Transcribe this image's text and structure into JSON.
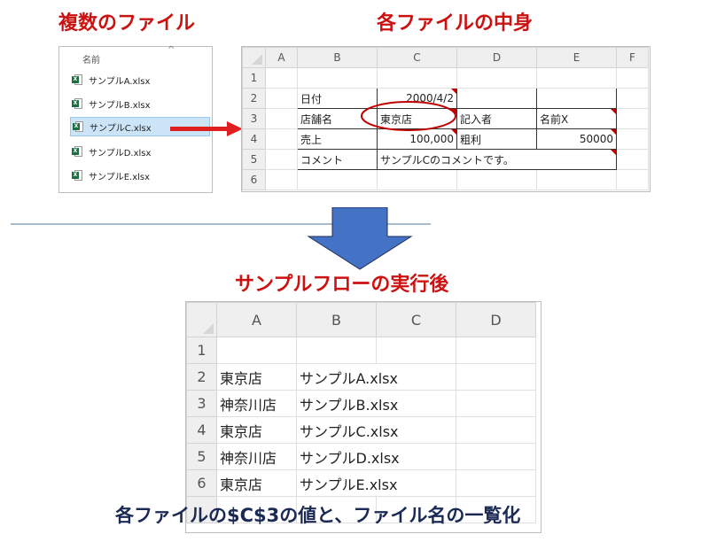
{
  "titles": {
    "multiple_files": "複数のファイル",
    "file_contents": "各ファイルの中身",
    "after_run": "サンプルフローの実行後",
    "caption": "各ファイルの$C$3の値と、ファイル名の一覧化"
  },
  "explorer": {
    "column_header": "名前",
    "sort_indicator": "^",
    "files": [
      {
        "name": "サンプルA.xlsx",
        "icon": "excel-file-icon",
        "selected": false
      },
      {
        "name": "サンプルB.xlsx",
        "icon": "excel-file-icon",
        "selected": false
      },
      {
        "name": "サンプルC.xlsx",
        "icon": "excel-file-icon",
        "selected": true
      },
      {
        "name": "サンプルD.xlsx",
        "icon": "excel-file-icon",
        "selected": false
      },
      {
        "name": "サンプルE.xlsx",
        "icon": "excel-file-icon",
        "selected": false
      }
    ],
    "icon_badge": "X"
  },
  "source_sheet": {
    "columns": [
      "A",
      "B",
      "C",
      "D",
      "E",
      "F"
    ],
    "rows": [
      "1",
      "2",
      "3",
      "4",
      "5",
      "6"
    ],
    "cells": {
      "B2": "日付",
      "C2": "2000/4/2",
      "B3": "店舗名",
      "C3": "東京店",
      "D3": "記入者",
      "E3": "名前X",
      "B4": "売上",
      "C4": "100,000",
      "D4": "粗利",
      "E4": "50000",
      "B5": "コメント",
      "C5": "サンプルCのコメントです。"
    },
    "highlighted_cell": "C3"
  },
  "result_sheet": {
    "columns": [
      "A",
      "B",
      "C",
      "D"
    ],
    "rows": [
      {
        "num": "1",
        "A": "",
        "B": ""
      },
      {
        "num": "2",
        "A": "東京店",
        "B": "サンプルA.xlsx"
      },
      {
        "num": "3",
        "A": "神奈川店",
        "B": "サンプルB.xlsx"
      },
      {
        "num": "4",
        "A": "東京店",
        "B": "サンプルC.xlsx"
      },
      {
        "num": "5",
        "A": "神奈川店",
        "B": "サンプルD.xlsx"
      },
      {
        "num": "6",
        "A": "東京店",
        "B": "サンプルE.xlsx"
      }
    ]
  },
  "colors": {
    "title_red": "#cc1111",
    "caption_navy": "#1a2a55",
    "arrow_blue": "#4472c4",
    "arrow_red": "#e02020",
    "divider": "#a9bccb",
    "selection": "#cce4f7"
  }
}
